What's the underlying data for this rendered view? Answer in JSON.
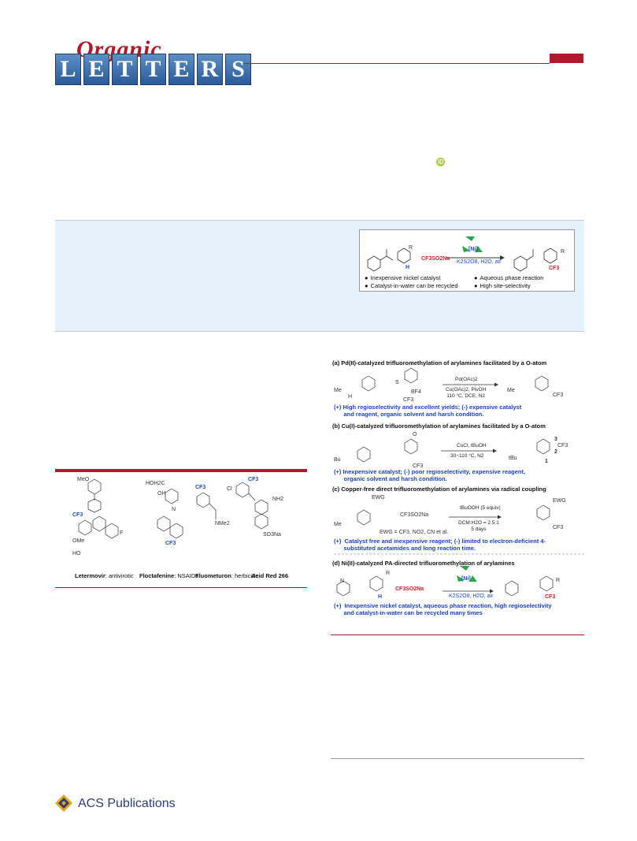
{
  "header": {
    "journal_script": "Organic",
    "journal_letters": [
      "L",
      "E",
      "T",
      "T",
      "E",
      "R",
      "S"
    ]
  },
  "orcid_icon": "iD",
  "toc_graphic": {
    "reagent": "CF3SO2Na",
    "catalyst": "[Ni]",
    "conditions": "K2S2O8, H2O, air",
    "substituent": "R",
    "site_label": "H",
    "product_group": "CF3",
    "bullets": [
      "Inexpensive nickel catalyst",
      "Aqueous phase reaction",
      "Catalyst-in-water can be recycled",
      "High site-selectivity"
    ]
  },
  "figure1": {
    "compounds": [
      {
        "name": "Letermovir",
        "use": "antivirotic"
      },
      {
        "name": "Floctafenine",
        "use": "NSAIDs"
      },
      {
        "name": "Fluometuron",
        "use": "herbicide"
      },
      {
        "name": "Acid Red 266",
        "use": ""
      }
    ],
    "labels": {
      "meo": "MeO",
      "cf3": "CF3",
      "ome": "OMe",
      "ho": "HO",
      "oh": "OH",
      "hoh2c": "HOH2C",
      "f": "F",
      "n": "N",
      "nme2": "NMe2",
      "cl": "Cl",
      "nh2": "NH2",
      "so3na": "SO3Na"
    }
  },
  "scheme1": {
    "sections": [
      {
        "title": "(a) Pd(II)-catalyzed trifluoromethylation of arylamines facilitated by a O-atom",
        "reagents": "BF4",
        "conditions_top": "Pd(OAc)2",
        "conditions_bottom": "Cu(OAc)2, PivOH\n110 °C, DCE, N2",
        "note": "(+) High regioselectivity and excellent yields; (-) expensive catalyst\n      and reagent, organic solvent and harsh condition."
      },
      {
        "title": "(b) Cu(I)-catalyzed trifluoromethylation of arylamines facilitated by a O-atom",
        "reagents": "CF3",
        "conditions_top": "CuCl, tBuOH",
        "conditions_bottom": "30~110 °C, N2",
        "note": "(+) Inexpensive catalyst; (-) poor regioselectivity, expensive reagent,\n      organic solvent and harsh condition."
      },
      {
        "title": "(c) Copper-free direct trifluoromethylation of arylamines via radical coupling",
        "reagents": "CF3SO2Na",
        "conditions_top": "tBuOOH (5 equiv)",
        "conditions_bottom": "DCM:H2O = 2.5:1\n5 days",
        "extra": "EWG = CF3, NO2, CN et al.",
        "note": "(+)  Catalyst free and inexpensive reagent; (-) limited to electron-deficient 4-\n      substituted acetamides and long reaction time."
      },
      {
        "title": "(d) Ni(II)-catalyzed PA-directed trifluoromethylation of arylamines",
        "reagents": "CF3SO2Na",
        "conditions_top": "[Ni]",
        "conditions_bottom": "K2S2O8, H2O, air",
        "note": "(+)  Inexpensive nickel catalyst, aqueous phase reaction, high regioselectivity\n      and catalyst-in-water can be recycled many times"
      }
    ],
    "labels": {
      "me": "Me",
      "bu": "Bu",
      "tbu": "tBu",
      "ewg": "EWG",
      "n": "N",
      "h": "H",
      "o": "O",
      "cf3": "CF3",
      "s": "S",
      "num1": "1",
      "num2": "2",
      "num3": "3",
      "r": "R"
    }
  },
  "footer": {
    "publisher": "ACS Publications"
  },
  "colors": {
    "brand_red": "#b5172a",
    "abstract_bg": "#e5f1fb",
    "recycle_green": "#27a844",
    "highlight_red": "#e11b2a",
    "highlight_blue": "#1a4bd6"
  }
}
